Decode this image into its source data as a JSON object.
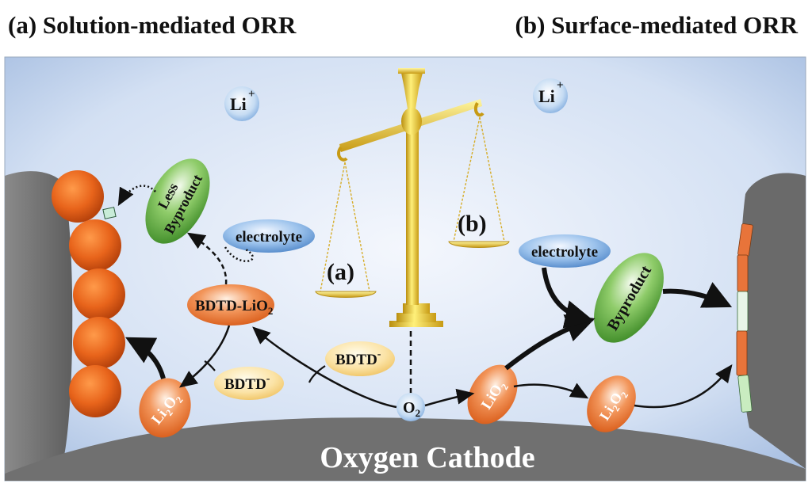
{
  "titles": {
    "a": "(a) Solution-mediated ORR",
    "b": "(b) Surface-mediated ORR"
  },
  "labels": {
    "li_ion": "Li",
    "li_ion_charge": "+",
    "less_byproduct_line1": "Less",
    "less_byproduct_line2": "Byproduct",
    "electrolyte": "electrolyte",
    "bdtd_lio2_main": "BDTD-LiO",
    "bdtd_lio2_sub": "2",
    "bdtd": "BDTD",
    "bdtd_charge": "-",
    "li2o2_li": "Li",
    "li2o2_sub1": "2",
    "li2o2_o": "O",
    "li2o2_sub2": "2",
    "o2_main": "O",
    "o2_sub": "2",
    "lio2_main": "LiO",
    "lio2_sub": "2",
    "byproduct": "Byproduct",
    "scale_a": "(a)",
    "scale_b": "(b)",
    "cathode": "Oxygen Cathode"
  },
  "colors": {
    "background_light": "#ecf2fb",
    "background_dark": "#a9c0e2",
    "electrode_gray": "#6f6f6f",
    "orange": "#e8641b",
    "green": "#5aaa3c",
    "blue_bubble": "#6c9fd8",
    "yellow_bubble": "#f6d98a",
    "gold": "#e8c63a"
  }
}
